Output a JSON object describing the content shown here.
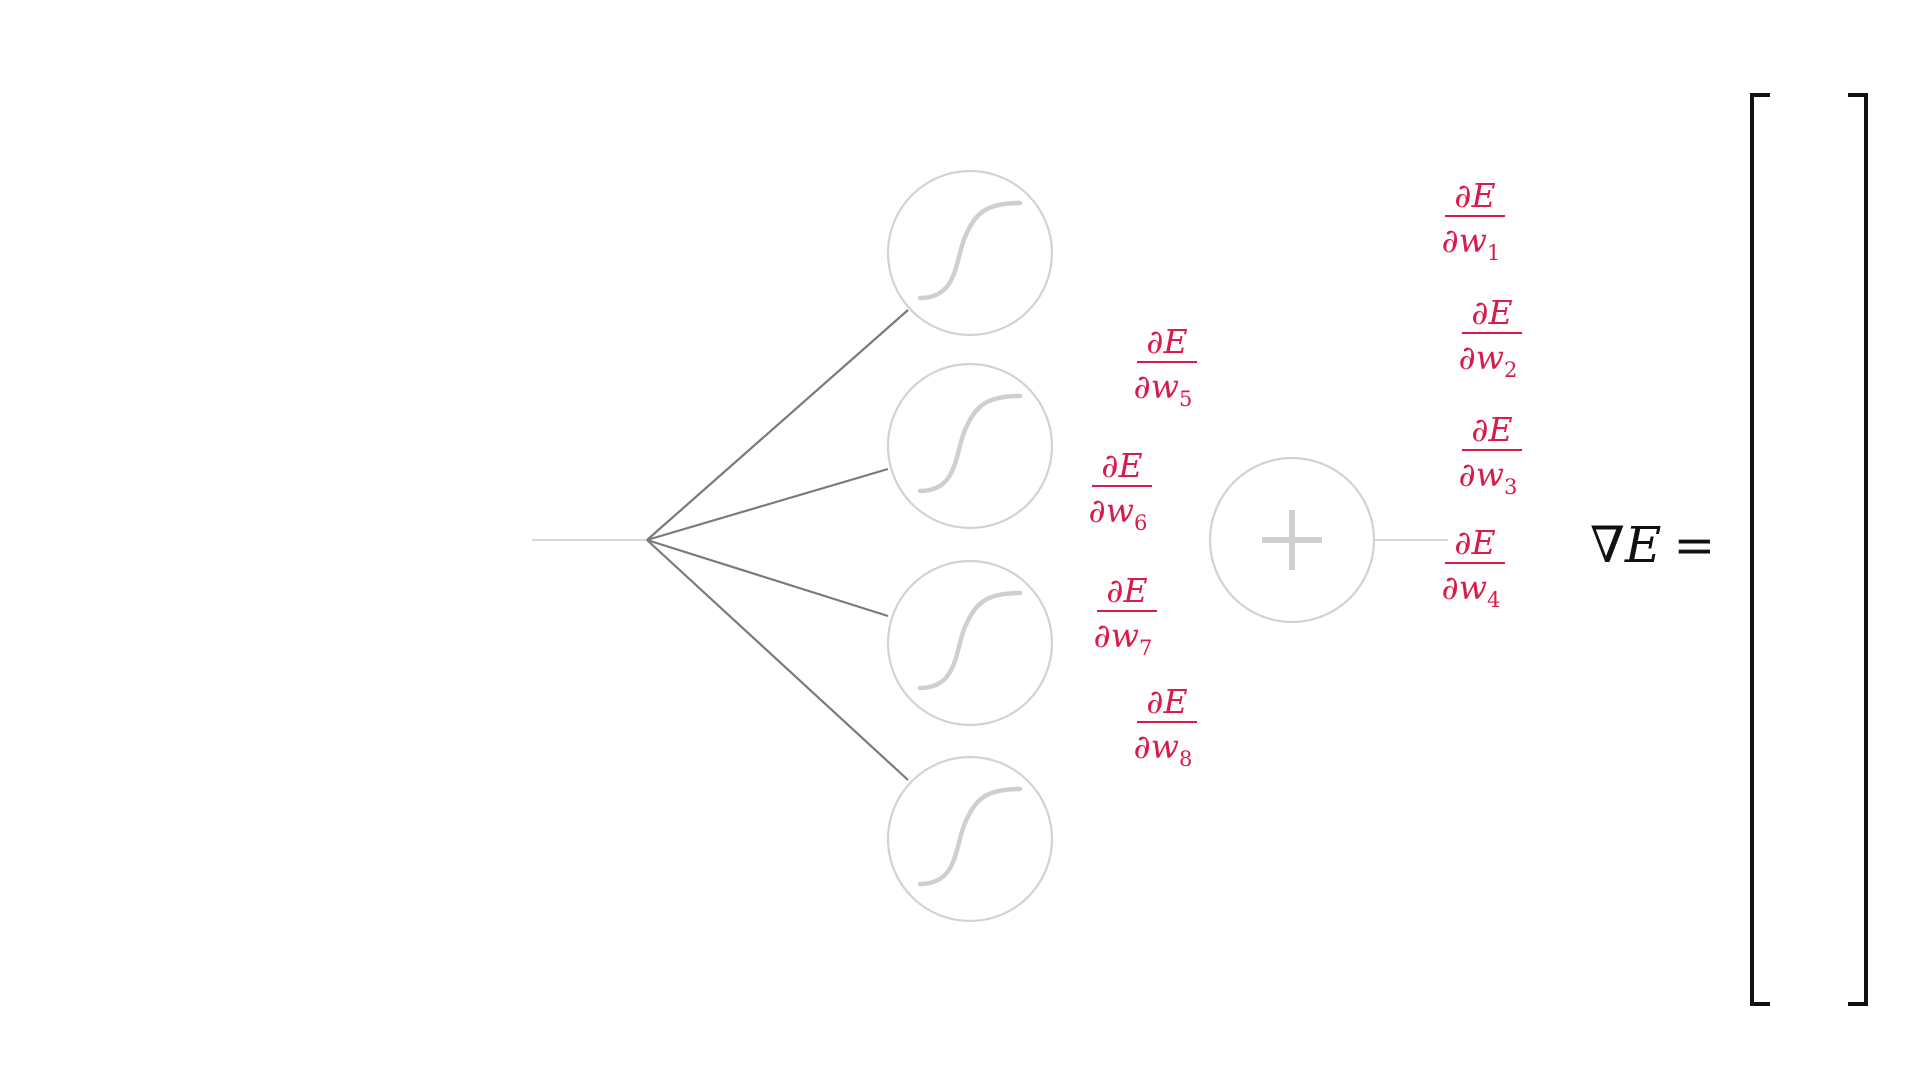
{
  "colors": {
    "partial_label": "#d81b4a",
    "edge_dark": "#7a7a7a",
    "edge_light": "#cccccc",
    "node_stroke": "#d2d2d2",
    "text": "#111111"
  },
  "network": {
    "hidden_nodes": [
      {
        "id": "hidden-node-1",
        "icon": "sigmoid-icon"
      },
      {
        "id": "hidden-node-2",
        "icon": "sigmoid-icon"
      },
      {
        "id": "hidden-node-3",
        "icon": "sigmoid-icon"
      },
      {
        "id": "hidden-node-4",
        "icon": "sigmoid-icon"
      }
    ],
    "output_node": {
      "id": "output-node",
      "icon": "plus-icon"
    }
  },
  "partials": [
    {
      "num": "∂E",
      "den": "∂w",
      "sub": "1"
    },
    {
      "num": "∂E",
      "den": "∂w",
      "sub": "2"
    },
    {
      "num": "∂E",
      "den": "∂w",
      "sub": "3"
    },
    {
      "num": "∂E",
      "den": "∂w",
      "sub": "4"
    },
    {
      "num": "∂E",
      "den": "∂w",
      "sub": "5"
    },
    {
      "num": "∂E",
      "den": "∂w",
      "sub": "6"
    },
    {
      "num": "∂E",
      "den": "∂w",
      "sub": "7"
    },
    {
      "num": "∂E",
      "den": "∂w",
      "sub": "8"
    }
  ],
  "gradient": {
    "nabla": "∇",
    "symbol": "E",
    "equals": "="
  }
}
